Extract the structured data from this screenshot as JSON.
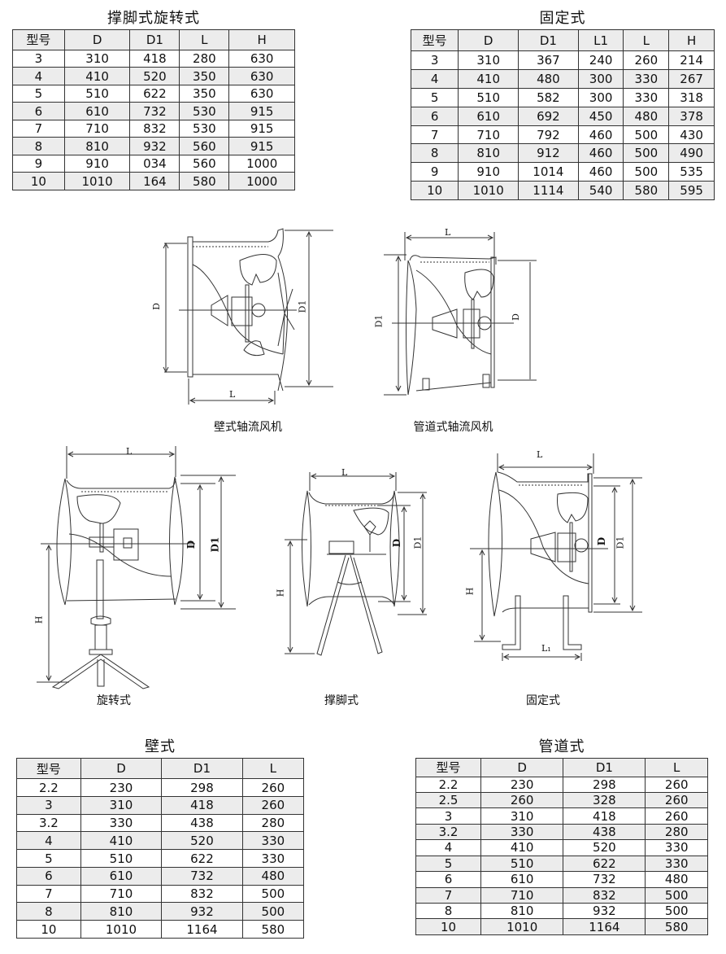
{
  "tables": {
    "prop_rotary": {
      "title": "撑脚式旋转式",
      "headers": [
        "型号",
        "D",
        "D1",
        "L",
        "H"
      ],
      "rows": [
        [
          "3",
          "310",
          "418",
          "280",
          "630"
        ],
        [
          "4",
          "410",
          "520",
          "350",
          "630"
        ],
        [
          "5",
          "510",
          "622",
          "350",
          "630"
        ],
        [
          "6",
          "610",
          "732",
          "530",
          "915"
        ],
        [
          "7",
          "710",
          "832",
          "530",
          "915"
        ],
        [
          "8",
          "810",
          "932",
          "560",
          "915"
        ],
        [
          "9",
          "910",
          "034",
          "560",
          "1000"
        ],
        [
          "10",
          "1010",
          "164",
          "580",
          "1000"
        ]
      ]
    },
    "fixed": {
      "title": "固定式",
      "headers": [
        "型号",
        "D",
        "D1",
        "L1",
        "L",
        "H"
      ],
      "rows": [
        [
          "3",
          "310",
          "367",
          "240",
          "260",
          "214"
        ],
        [
          "4",
          "410",
          "480",
          "300",
          "330",
          "267"
        ],
        [
          "5",
          "510",
          "582",
          "300",
          "330",
          "318"
        ],
        [
          "6",
          "610",
          "692",
          "450",
          "480",
          "378"
        ],
        [
          "7",
          "710",
          "792",
          "460",
          "500",
          "430"
        ],
        [
          "8",
          "810",
          "912",
          "460",
          "500",
          "490"
        ],
        [
          "9",
          "910",
          "1014",
          "460",
          "500",
          "535"
        ],
        [
          "10",
          "1010",
          "1114",
          "540",
          "580",
          "595"
        ]
      ]
    },
    "wall": {
      "title": "壁式",
      "headers": [
        "型号",
        "D",
        "D1",
        "L"
      ],
      "rows": [
        [
          "2.2",
          "230",
          "298",
          "260"
        ],
        [
          "3",
          "310",
          "418",
          "260"
        ],
        [
          "3.2",
          "330",
          "438",
          "280"
        ],
        [
          "4",
          "410",
          "520",
          "330"
        ],
        [
          "5",
          "510",
          "622",
          "330"
        ],
        [
          "6",
          "610",
          "732",
          "480"
        ],
        [
          "7",
          "710",
          "832",
          "500"
        ],
        [
          "8",
          "810",
          "932",
          "500"
        ],
        [
          "10",
          "1010",
          "1164",
          "580"
        ]
      ]
    },
    "duct": {
      "title": "管道式",
      "headers": [
        "型号",
        "D",
        "D1",
        "L"
      ],
      "rows": [
        [
          "2.2",
          "230",
          "298",
          "260"
        ],
        [
          "2.5",
          "260",
          "328",
          "260"
        ],
        [
          "3",
          "310",
          "418",
          "260"
        ],
        [
          "3.2",
          "330",
          "438",
          "280"
        ],
        [
          "4",
          "410",
          "520",
          "330"
        ],
        [
          "5",
          "510",
          "622",
          "330"
        ],
        [
          "6",
          "610",
          "732",
          "480"
        ],
        [
          "7",
          "710",
          "832",
          "500"
        ],
        [
          "8",
          "810",
          "932",
          "500"
        ],
        [
          "10",
          "1010",
          "1164",
          "580"
        ]
      ]
    }
  },
  "drawings": {
    "wall_fan": {
      "caption": "壁式轴流风机",
      "labels": {
        "D": "D",
        "D1": "D1",
        "L": "L"
      }
    },
    "duct_fan": {
      "caption": "管道式轴流风机",
      "labels": {
        "D": "D",
        "D1": "D1",
        "L": "L"
      }
    },
    "rotary": {
      "caption": "旋转式",
      "labels": {
        "D": "D",
        "D1": "D1",
        "L": "L",
        "H": "H"
      }
    },
    "prop": {
      "caption": "撑脚式",
      "labels": {
        "D": "D",
        "D1": "D1",
        "L": "L",
        "H": "H"
      }
    },
    "fixed": {
      "caption": "固定式",
      "labels": {
        "D": "D",
        "D1": "D1",
        "L": "L",
        "H": "H",
        "L1": "L₁"
      }
    }
  }
}
